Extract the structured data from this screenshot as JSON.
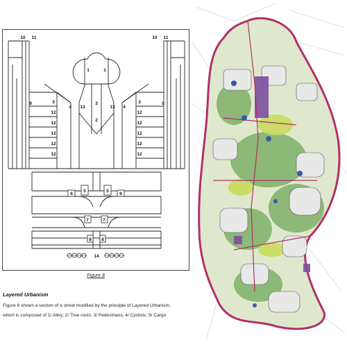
{
  "figure": {
    "caption": "Figure 8",
    "labels": {
      "n1": "1",
      "n2": "2",
      "n3": "3",
      "n4": "4",
      "n5": "5",
      "n6": "6",
      "n7": "7",
      "n8": "8",
      "n9": "9",
      "n10": "10",
      "n11": "11",
      "n12": "12",
      "n13": "13",
      "n14": "14"
    }
  },
  "text": {
    "heading": "Layered Urbanism",
    "line1": "Figure 8 shows a section of a street modified by the principle of Layered Urbanism,",
    "line2": "which is composed of 1/ Alley; 2/ Tree roots; 3/ Pedestrians; 4/ Cyclists; 5/ Cargo"
  },
  "map": {
    "colors": {
      "green": "#7fb069",
      "lime": "#c9dc5c",
      "magenta": "#b0306a",
      "purple": "#7b4fa0",
      "blue": "#3b5ba8",
      "road": "#d58aa6",
      "gray": "#8a8a8a"
    }
  }
}
